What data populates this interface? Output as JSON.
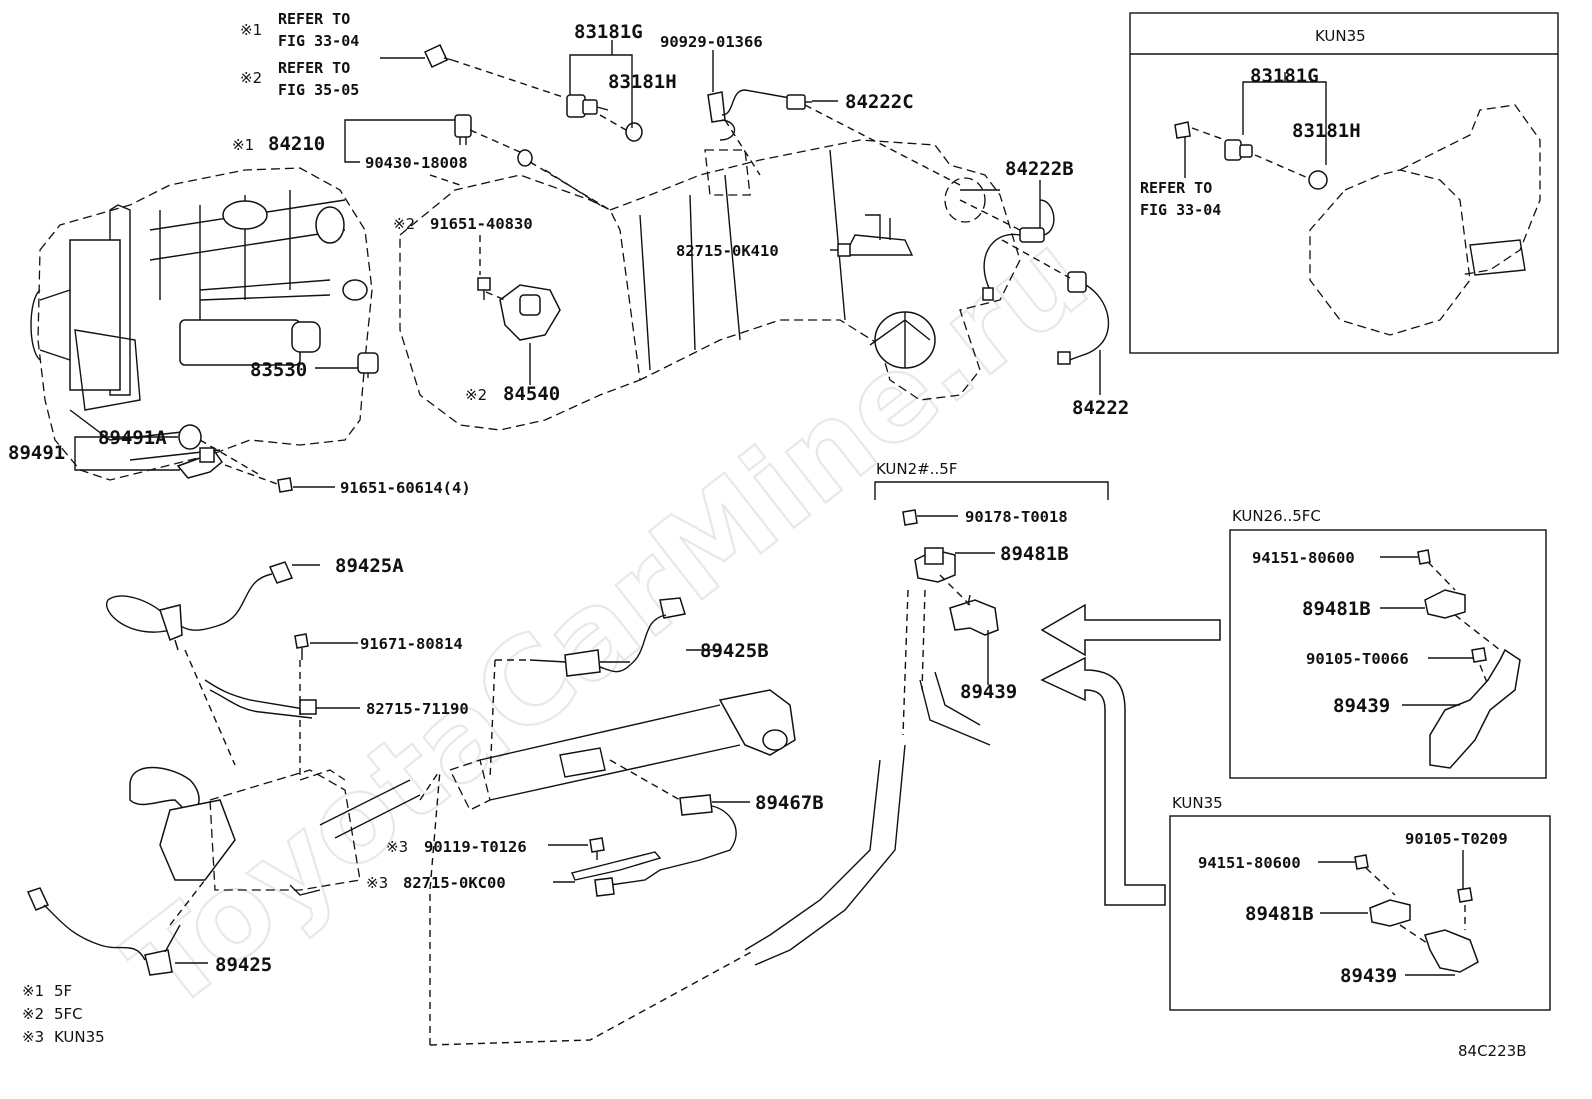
{
  "watermark": "ToyotaCarMine.ru",
  "figure_code": "84C223B",
  "legend": [
    {
      "mark": "※1",
      "text": "5F"
    },
    {
      "mark": "※2",
      "text": "5FC"
    },
    {
      "mark": "※3",
      "text": "KUN35"
    }
  ],
  "notes": {
    "refer1_mark": "※1",
    "refer1_l1": "REFER TO",
    "refer1_l2": "FIG 33-04",
    "refer2_mark": "※2",
    "refer2_l1": "REFER TO",
    "refer2_l2": "FIG 35-05"
  },
  "main_labels": {
    "p83181G": "83181G",
    "p83181H": "83181H",
    "p90929": "90929-01366",
    "p84222C": "84222C",
    "p84210_mark": "※1",
    "p84210": "84210",
    "p90430": "90430-18008",
    "p84222B": "84222B",
    "p91651_40830_mark": "※2",
    "p91651_40830": "91651-40830",
    "p82715_0K410": "82715-0K410",
    "p83530": "83530",
    "p84540_mark": "※2",
    "p84540": "84540",
    "p84222": "84222",
    "p89491": "89491",
    "p89491A": "89491A",
    "p91651_60614": "91651-60614(4)",
    "p89425A": "89425A",
    "p91671": "91671-80814",
    "p89425B": "89425B",
    "p82715_71190": "82715-71190",
    "p89467B": "89467B",
    "p90119_mark": "※3",
    "p90119": "90119-T0126",
    "p82715_0KC00_mark": "※3",
    "p82715_0KC00": "82715-0KC00",
    "p89425": "89425"
  },
  "center_group": {
    "title": "KUN2#..5F",
    "p90178": "90178-T0018",
    "p89481B": "89481B",
    "p89439": "89439"
  },
  "inset_kun35_top": {
    "title": "KUN35",
    "p83181G": "83181G",
    "p83181H": "83181H",
    "refer_l1": "REFER TO",
    "refer_l2": "FIG 33-04"
  },
  "inset_kun26": {
    "title": "KUN26..5FC",
    "p94151": "94151-80600",
    "p89481B": "89481B",
    "p90105": "90105-T0066",
    "p89439": "89439"
  },
  "inset_kun35_bottom": {
    "title": "KUN35",
    "p90105": "90105-T0209",
    "p94151": "94151-80600",
    "p89481B": "89481B",
    "p89439": "89439"
  }
}
